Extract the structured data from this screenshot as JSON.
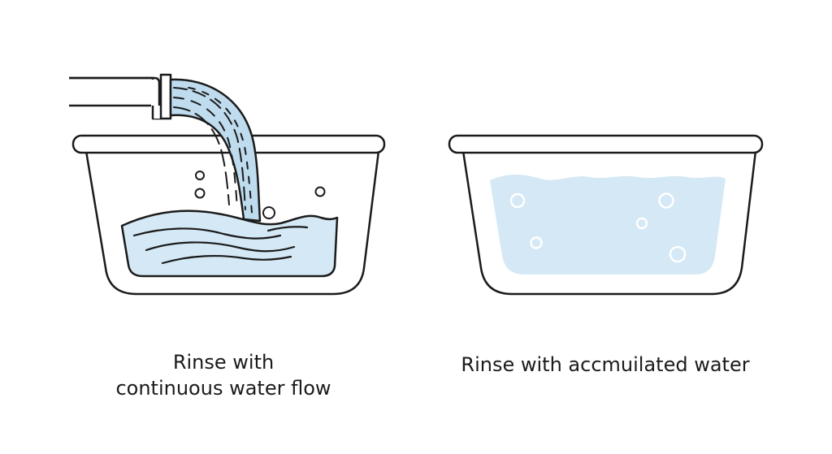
{
  "panels": [
    {
      "id": "continuous-flow",
      "caption_line1": "Rinse with",
      "caption_line2": "continuous water flow"
    },
    {
      "id": "accumulated-water",
      "caption": "Rinse with accmuilated water"
    }
  ],
  "colors": {
    "outline": "#1b1b1b",
    "water_fill": "#d4e8f5",
    "stream_fill": "#bfdcef",
    "background": "#ffffff"
  }
}
